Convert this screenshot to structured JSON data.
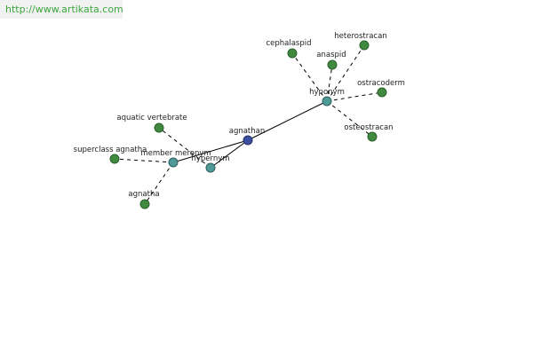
{
  "watermark": {
    "text": "http://www.artikata.com"
  },
  "colors": {
    "leaf": "#3f8a3f",
    "relation": "#4f9a98",
    "root": "#3a4fa0"
  },
  "graph": {
    "nodes": [
      {
        "id": "agnathan",
        "label": "agnathan",
        "kind": "root"
      },
      {
        "id": "hyponym",
        "label": "hyponym",
        "kind": "relation"
      },
      {
        "id": "hypernym",
        "label": "hypernym",
        "kind": "relation"
      },
      {
        "id": "member_meronym",
        "label": "member meronym",
        "kind": "relation"
      },
      {
        "id": "cephalaspid",
        "label": "cephalaspid",
        "kind": "leaf"
      },
      {
        "id": "anaspid",
        "label": "anaspid",
        "kind": "leaf"
      },
      {
        "id": "heterostracan",
        "label": "heterostracan",
        "kind": "leaf"
      },
      {
        "id": "ostracoderm",
        "label": "ostracoderm",
        "kind": "leaf"
      },
      {
        "id": "osteostracan",
        "label": "osteostracan",
        "kind": "leaf"
      },
      {
        "id": "aquatic_vertebrate",
        "label": "aquatic vertebrate",
        "kind": "leaf"
      },
      {
        "id": "superclass_agnatha",
        "label": "superclass agnatha",
        "kind": "leaf"
      },
      {
        "id": "agnatha",
        "label": "agnatha",
        "kind": "leaf"
      }
    ],
    "edges": [
      {
        "from": "agnathan",
        "to": "hyponym",
        "style": "solid"
      },
      {
        "from": "agnathan",
        "to": "hypernym",
        "style": "solid"
      },
      {
        "from": "agnathan",
        "to": "member_meronym",
        "style": "solid"
      },
      {
        "from": "hyponym",
        "to": "cephalaspid",
        "style": "dashed"
      },
      {
        "from": "hyponym",
        "to": "anaspid",
        "style": "dashed"
      },
      {
        "from": "hyponym",
        "to": "heterostracan",
        "style": "dashed"
      },
      {
        "from": "hyponym",
        "to": "ostracoderm",
        "style": "dashed"
      },
      {
        "from": "hyponym",
        "to": "osteostracan",
        "style": "dashed"
      },
      {
        "from": "hypernym",
        "to": "aquatic_vertebrate",
        "style": "dashed"
      },
      {
        "from": "member_meronym",
        "to": "superclass_agnatha",
        "style": "dashed"
      },
      {
        "from": "member_meronym",
        "to": "agnatha",
        "style": "dashed"
      }
    ]
  }
}
